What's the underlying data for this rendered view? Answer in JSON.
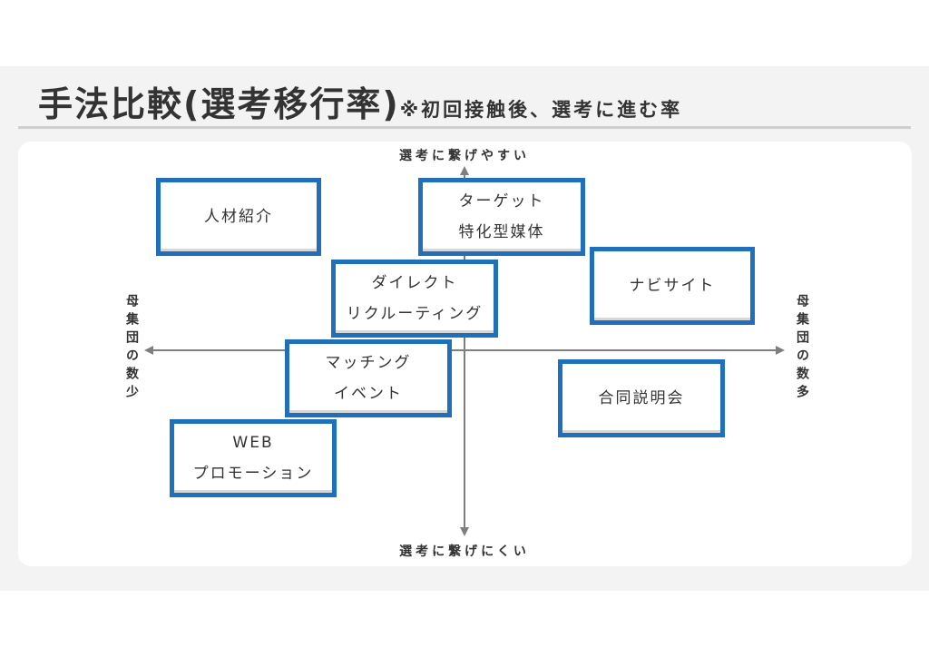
{
  "header": {
    "title": "手法比較(選考移行率)",
    "note": "※初回接触後、選考に進む率"
  },
  "axes": {
    "top_label": "選考に繋げやすい",
    "bottom_label": "選考に繋げにくい",
    "left_label": "母集団の数少",
    "right_label": "母集団の数多"
  },
  "methods": [
    {
      "id": "jinzai",
      "lines": [
        "人材紹介"
      ]
    },
    {
      "id": "target",
      "lines": [
        "ターゲット",
        "特化型媒体"
      ]
    },
    {
      "id": "navi",
      "lines": [
        "ナビサイト"
      ]
    },
    {
      "id": "direct",
      "lines": [
        "ダイレクト",
        "リクルーティング"
      ]
    },
    {
      "id": "matching",
      "lines": [
        "マッチング",
        "イベント"
      ]
    },
    {
      "id": "godo",
      "lines": [
        "合同説明会"
      ]
    },
    {
      "id": "web",
      "lines": [
        "WEB",
        "プロモーション"
      ]
    }
  ],
  "colors": {
    "box_border": "#1f6fba",
    "axis": "#7f7f7f",
    "text": "#333333"
  }
}
